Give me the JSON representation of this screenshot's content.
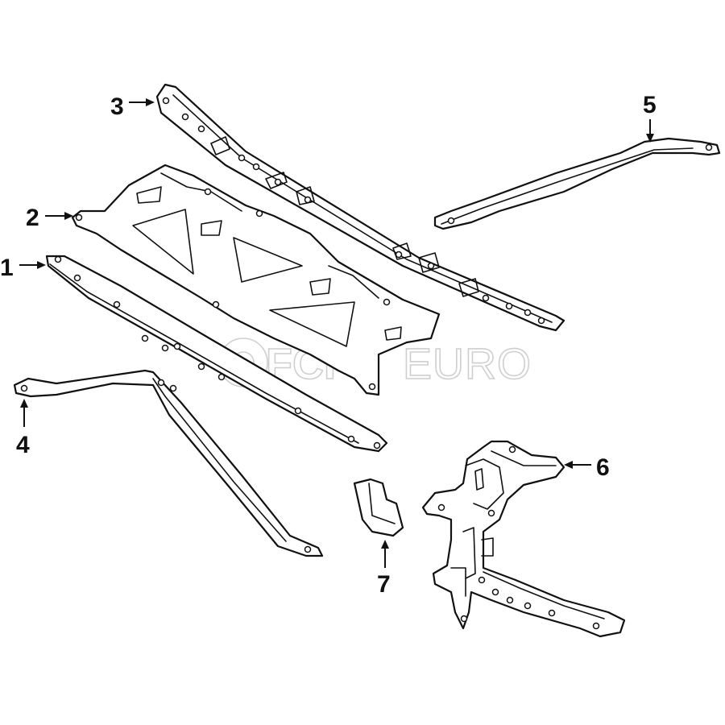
{
  "diagram": {
    "callouts": [
      {
        "id": "part-1",
        "label": "1"
      },
      {
        "id": "part-2",
        "label": "2"
      },
      {
        "id": "part-3",
        "label": "3"
      },
      {
        "id": "part-4",
        "label": "4"
      },
      {
        "id": "part-5",
        "label": "5"
      },
      {
        "id": "part-6",
        "label": "6"
      },
      {
        "id": "part-7",
        "label": "7"
      }
    ],
    "watermark": {
      "brand_a": "FCP",
      "brand_b": "EURO"
    },
    "colors": {
      "line": "#111111",
      "watermark": "#cfcfcf",
      "background": "#ffffff"
    }
  }
}
